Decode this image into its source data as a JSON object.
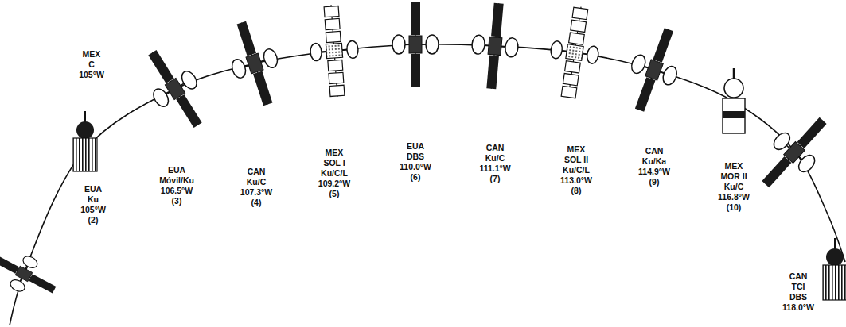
{
  "diagram": {
    "labels": [
      "MEX",
      "C",
      "105°W",
      "EUA",
      "Ku",
      "105°W",
      "(2)",
      "EUA",
      "Móvil/Ku",
      "106.5°W",
      "(3)",
      "CAN",
      "Ku/C",
      "107.3°W",
      "(4)",
      "MEX",
      "SOL I",
      "Ku/C/L",
      "109.2°W",
      "(5)",
      "EUA",
      "DBS",
      "110.0°W",
      "(6)",
      "CAN",
      "Ku/C",
      "111.1°W",
      "(7)",
      "MEX",
      "SOL II",
      "Ku/C/L",
      "113.0°W",
      "(8)",
      "CAN",
      "Ku/Ka",
      "114.9°W",
      "(9)",
      "MEX",
      "MOR II",
      "Ku/C",
      "116.8°W",
      "(10)",
      "CAN",
      "TCI",
      "DBS",
      "118.0°W"
    ]
  }
}
